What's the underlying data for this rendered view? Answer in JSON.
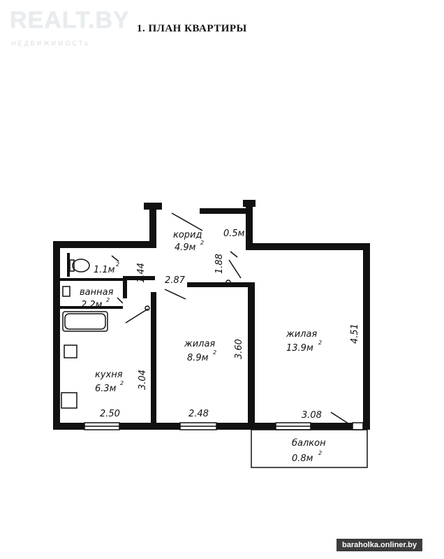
{
  "watermark": {
    "brand": "REALT.BY",
    "tagline": "НЕДВИЖИМОСТЬ"
  },
  "title": "1. ПЛАН КВАРТИРЫ",
  "rooms": {
    "corridor": {
      "name": "корид",
      "area": "4.9м",
      "sup": "2"
    },
    "hall_small": {
      "area": "0.5м",
      "sup": "2"
    },
    "toilet": {
      "area": "1.1м",
      "sup": "2"
    },
    "bathroom": {
      "name": "ванная",
      "area": "2.2м",
      "sup": "2"
    },
    "kitchen": {
      "name": "кухня",
      "area": "6.3м",
      "sup": "2"
    },
    "living_small": {
      "name": "жилая",
      "area": "8.9м",
      "sup": "2"
    },
    "living_large": {
      "name": "жилая",
      "area": "13.9м",
      "sup": "2"
    },
    "balcony": {
      "name": "балкон",
      "area": "0.8м",
      "sup": "2"
    }
  },
  "dimensions": {
    "d144": "1.44",
    "d287": "2.87",
    "d188": "1.88",
    "d451": "4.51",
    "d360": "3.60",
    "d304": "3.04",
    "d250": "2.50",
    "d248": "2.48",
    "d308": "3.08"
  },
  "footer": "baraholka.onliner.by"
}
